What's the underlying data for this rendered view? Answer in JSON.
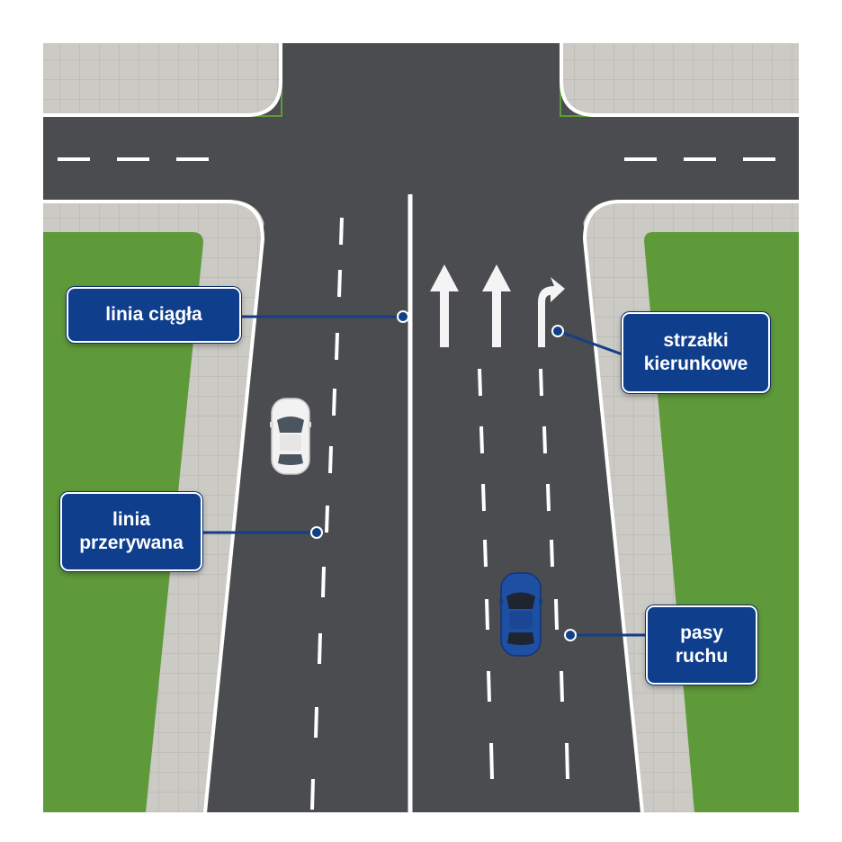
{
  "labels": {
    "solid_line": "linia ciągła",
    "dashed_line": {
      "line1": "linia",
      "line2": "przerywana"
    },
    "direction_arrows": {
      "line1": "strzałki",
      "line2": "kierunkowe"
    },
    "traffic_lanes": {
      "line1": "pasy",
      "line2": "ruchu"
    }
  },
  "colors": {
    "label_background": "#0f3f8c",
    "label_text": "#ffffff",
    "leader_line": "#123f86",
    "asphalt": "#4b4c4f",
    "grass": "#5f9a3a",
    "sidewalk": "#c9c8c3",
    "road_marking": "#ffffff",
    "car_white": "#f2f2f2",
    "car_blue": "#1d4fa3"
  },
  "vehicles": [
    {
      "name": "white car",
      "direction": "up"
    },
    {
      "name": "blue car",
      "direction": "up"
    }
  ],
  "arrows": [
    "straight",
    "straight",
    "right"
  ]
}
